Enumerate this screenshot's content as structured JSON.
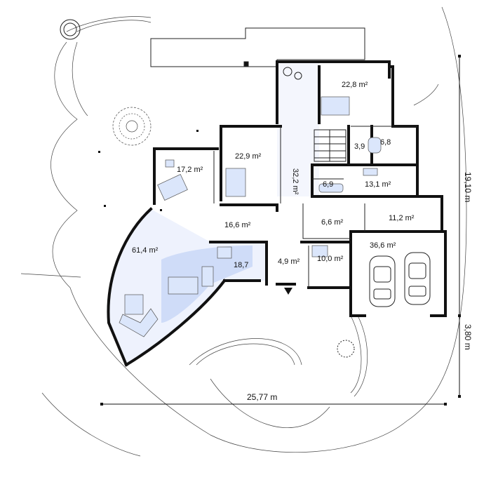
{
  "plan": {
    "colors": {
      "wall": "#111111",
      "floor_fill": "#eef2fd",
      "furniture_fill": "#dbe6fb",
      "highlight": "#cfdcf8",
      "terrain": "#333333"
    },
    "rooms": [
      {
        "id": "bedroom-master",
        "label": "22,8 m²"
      },
      {
        "id": "bedroom-2",
        "label": "22,9 m²"
      },
      {
        "id": "bedroom-3",
        "label": "17,2 m²"
      },
      {
        "id": "corridor-upper",
        "label": "32,2 m²"
      },
      {
        "id": "bath-small",
        "label": "3,9"
      },
      {
        "id": "bath-main",
        "label": "6,8"
      },
      {
        "id": "bathroom-2",
        "label": "6,9"
      },
      {
        "id": "dressing",
        "label": "13,1 m²"
      },
      {
        "id": "hall",
        "label": "16,6 m²"
      },
      {
        "id": "utility",
        "label": "11,2 m²"
      },
      {
        "id": "vestibule",
        "label": "6,6 m²"
      },
      {
        "id": "living",
        "label": "61,4 m²"
      },
      {
        "id": "kitchen",
        "label": "18,7"
      },
      {
        "id": "entry",
        "label": "4,9 m²"
      },
      {
        "id": "office",
        "label": "10,0 m²"
      },
      {
        "id": "garage",
        "label": "36,6 m²"
      }
    ],
    "dimensions": {
      "width": "25,77 m",
      "depth_main": "19,10 m",
      "depth_garage": "3,80 m"
    }
  }
}
